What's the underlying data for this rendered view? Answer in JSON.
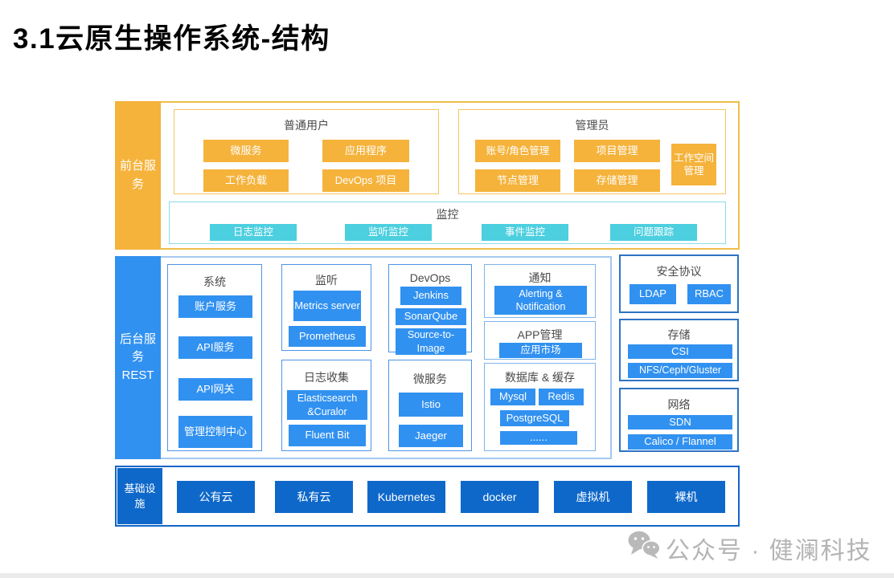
{
  "title": "3.1云原生操作系统-结构",
  "watermark": {
    "icon": "wechat-icon",
    "text": "公众号 · 健澜科技"
  },
  "colors": {
    "orange": "#F5B33C",
    "orange_border": "#EFBE4B",
    "cyan": "#4CCFDF",
    "cyan_border": "#8ADDE9",
    "blue": "#3191F0",
    "blue_border_light": "#A5C7F0",
    "blue_border_mid": "#4D95E6",
    "blue_border_dark": "#2E73C4",
    "deep_blue": "#0E68CA",
    "watermark_gray": "#b4b4b4"
  },
  "frontend": {
    "label": "前台服\n务",
    "user_group": {
      "title": "普通用户",
      "items": [
        "微服务",
        "应用程序",
        "工作负载",
        "DevOps 项目"
      ]
    },
    "admin_group": {
      "title": "管理员",
      "items": [
        "账号/角色管理",
        "项目管理",
        "工作空间管理",
        "节点管理",
        "存储管理"
      ]
    },
    "monitor_group": {
      "title": "监控",
      "items": [
        "日志监控",
        "监听监控",
        "事件监控",
        "问题跟踪"
      ]
    }
  },
  "backend": {
    "label": "后台服\n务\nREST",
    "system": {
      "title": "系统",
      "items": [
        "账户服务",
        "API服务",
        "API网关",
        "管理控制中心"
      ]
    },
    "listen": {
      "title": "监听",
      "items": [
        "Metrics server",
        "Prometheus"
      ]
    },
    "logging": {
      "title": "日志收集",
      "items": [
        "Elasticsearch &Curalor",
        "Fluent Bit"
      ]
    },
    "devops": {
      "title": "DevOps",
      "items": [
        "Jenkins",
        "SonarQube",
        "Source-to-Image"
      ]
    },
    "micro": {
      "title": "微服务",
      "items": [
        "Istio",
        "Jaeger"
      ]
    },
    "notify": {
      "title": "通知",
      "items": [
        "Alerting & Notification"
      ]
    },
    "app": {
      "title": "APP管理",
      "items": [
        "应用市场"
      ]
    },
    "db": {
      "title": "数据库 & 缓存",
      "items": [
        "Mysql",
        "Redis",
        "PostgreSQL",
        "......"
      ]
    },
    "security": {
      "title": "安全协议",
      "items": [
        "LDAP",
        "RBAC"
      ]
    },
    "storage": {
      "title": "存储",
      "items": [
        "CSI",
        "NFS/Ceph/Gluster"
      ]
    },
    "network": {
      "title": "网络",
      "items": [
        "SDN",
        "Calico / Flannel"
      ]
    }
  },
  "infra": {
    "label": "基础设\n施",
    "items": [
      "公有云",
      "私有云",
      "Kubernetes",
      "docker",
      "虚拟机",
      "裸机"
    ]
  }
}
